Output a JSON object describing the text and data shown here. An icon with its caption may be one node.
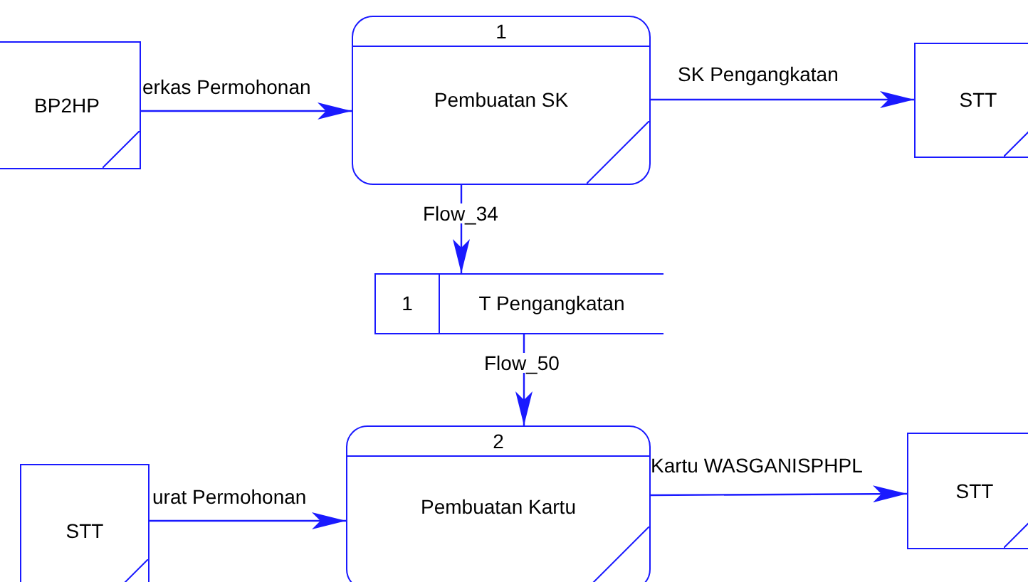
{
  "diagram": {
    "nodes": [
      {
        "text": [
          "BP2HP"
        ]
      },
      {
        "text": [
          "1",
          "Pembuatan SK"
        ]
      },
      {
        "text": [
          "STT"
        ]
      },
      {
        "text": [
          "1",
          "T Pengangkatan"
        ]
      },
      {
        "text": [
          "STT"
        ]
      },
      {
        "text": [
          "2",
          "Pembuatan Kartu"
        ]
      },
      {
        "text": [
          "STT"
        ]
      }
    ],
    "edges": [
      {
        "from": 0,
        "to": 1,
        "arrow": "to",
        "label": "erkas Permohonan"
      },
      {
        "from": 1,
        "to": 2,
        "arrow": "to",
        "label": "SK Pengangkatan"
      },
      {
        "from": 1,
        "to": 3,
        "arrow": "to",
        "label": "Flow_34"
      },
      {
        "from": 3,
        "to": 5,
        "arrow": "to",
        "label": "Flow_50"
      },
      {
        "from": 4,
        "to": 5,
        "arrow": "to",
        "label": "urat Permohonan"
      },
      {
        "from": 5,
        "to": 6,
        "arrow": "to",
        "label": "Kartu WASGANISPHPL"
      }
    ]
  }
}
